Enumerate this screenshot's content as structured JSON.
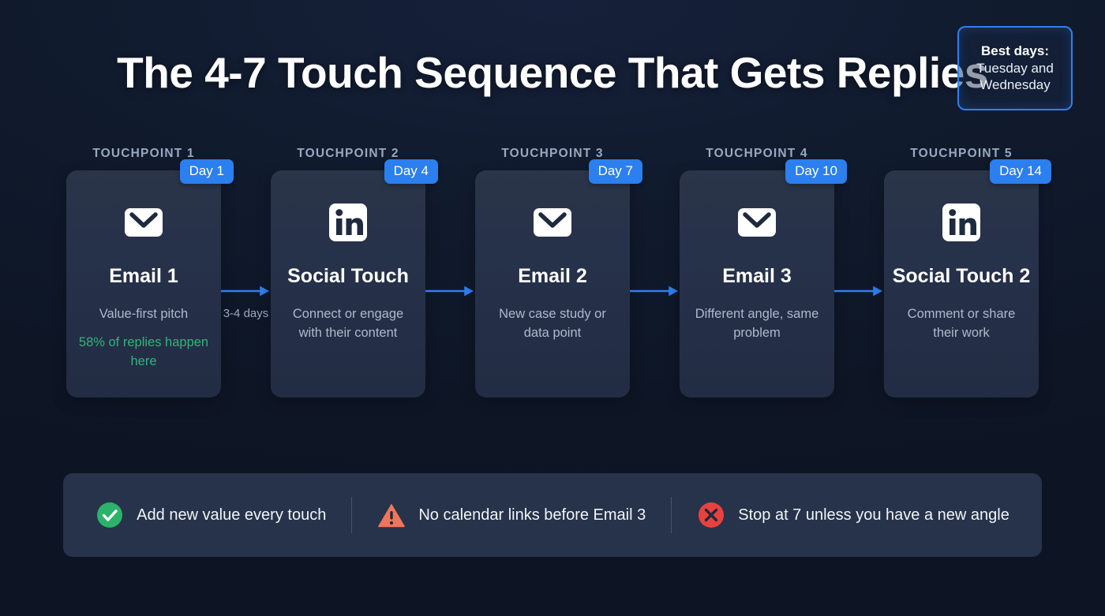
{
  "header": {
    "title": "The 4-7 Touch Sequence That Gets Replies",
    "best_days": {
      "label": "Best days:",
      "value": "Tuesday and Wednesday"
    }
  },
  "colors": {
    "page_background": "#0e1626",
    "card_background": "#26314a",
    "accent_blue": "#2b7fee",
    "badge_border": "#2f7fee",
    "highlight_green": "#34b37a",
    "warning_coral": "#f0755c",
    "error_red": "#e8423f",
    "footer_background": "#27334a",
    "muted_text": "#9aa8bf",
    "body_text": "#aeb9cb"
  },
  "touchpoints": [
    {
      "label": "TOUCHPOINT 1",
      "day_badge": "Day 1",
      "icon": "envelope-icon",
      "title": "Email 1",
      "description": "Value-first pitch",
      "highlight": "58% of replies happen here"
    },
    {
      "label": "TOUCHPOINT 2",
      "day_badge": "Day 4",
      "icon": "linkedin-icon",
      "title": "Social Touch",
      "description": "Connect or engage with their content",
      "highlight": ""
    },
    {
      "label": "TOUCHPOINT 3",
      "day_badge": "Day 7",
      "icon": "envelope-icon",
      "title": "Email 2",
      "description": "New case study or data point",
      "highlight": ""
    },
    {
      "label": "TOUCHPOINT 4",
      "day_badge": "Day 10",
      "icon": "envelope-icon",
      "title": "Email 3",
      "description": "Different angle, same problem",
      "highlight": ""
    },
    {
      "label": "TOUCHPOINT 5",
      "day_badge": "Day 14",
      "icon": "linkedin-icon",
      "title": "Social Touch 2",
      "description": "Comment or share their work",
      "highlight": ""
    }
  ],
  "connectors": [
    {
      "gap_label": "3-4 days"
    },
    {
      "gap_label": ""
    },
    {
      "gap_label": ""
    },
    {
      "gap_label": ""
    }
  ],
  "rules": [
    {
      "icon": "check-circle-icon",
      "text": "Add new value every touch"
    },
    {
      "icon": "warning-triangle-icon",
      "text": "No calendar links before Email 3"
    },
    {
      "icon": "x-circle-icon",
      "text": "Stop at 7 unless you have a new angle"
    }
  ]
}
